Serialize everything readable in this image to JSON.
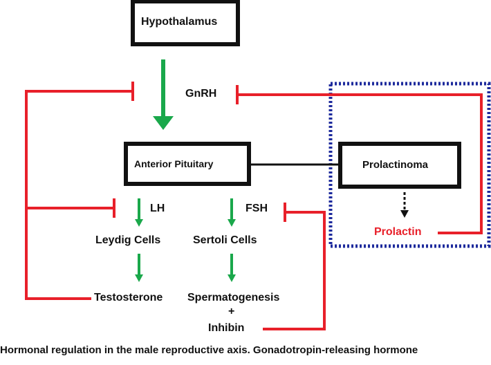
{
  "diagram": {
    "nodes": {
      "hypothalamus": "Hypothalamus",
      "anterior_pituitary": "Anterior Pituitary",
      "prolactinoma": "Prolactinoma"
    },
    "labels": {
      "gnrh": "GnRH",
      "lh": "LH",
      "fsh": "FSH",
      "leydig": "Leydig Cells",
      "sertoli": "Sertoli Cells",
      "testosterone": "Testosterone",
      "spermatogenesis": "Spermatogenesis",
      "plus": "+",
      "inhibin": "Inhibin",
      "prolactin": "Prolactin"
    },
    "colors": {
      "stimulation": "#1aa84b",
      "inhibition": "#e8202a",
      "box_border": "#111111",
      "prolactinoma_region": "#1d2a9c"
    }
  },
  "caption": "Hormonal regulation in the male reproductive axis. Gonadotropin-releasing hormone"
}
